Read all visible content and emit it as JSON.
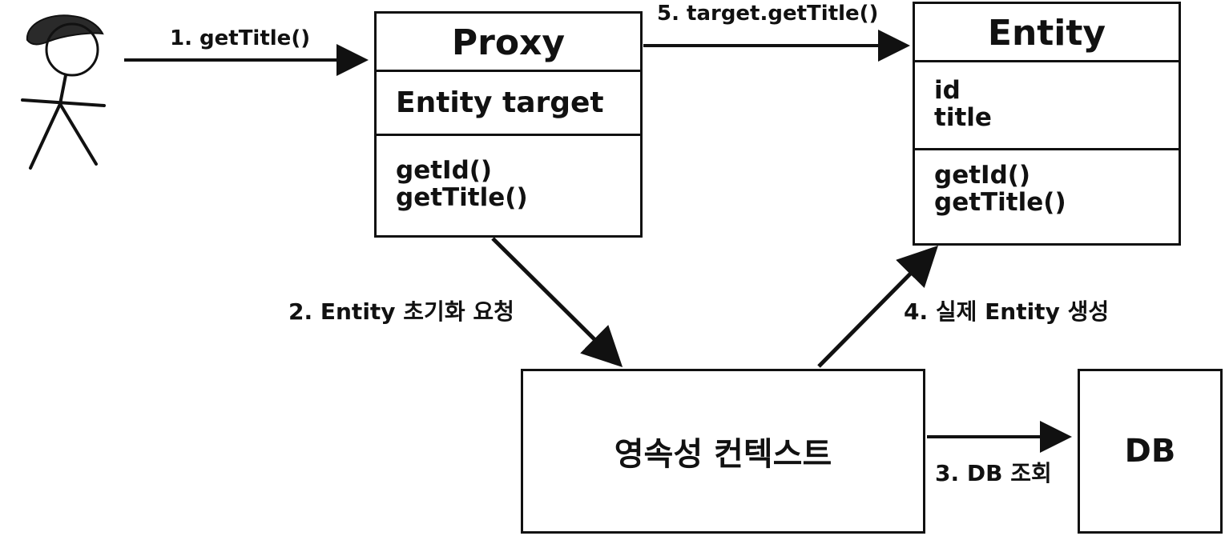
{
  "proxy": {
    "title": "Proxy",
    "field": "Entity target",
    "methods": [
      "getId()",
      "getTitle()"
    ]
  },
  "entity": {
    "title": "Entity",
    "fields": [
      "id",
      "title"
    ],
    "methods": [
      "getId()",
      "getTitle()"
    ]
  },
  "persistence_context": {
    "label": "영속성 컨텍스트"
  },
  "db": {
    "label": "DB"
  },
  "arrows": {
    "step1": "1. getTitle()",
    "step2": "2. Entity 초기화 요청",
    "step3": "3. DB 조회",
    "step4": "4. 실제 Entity 생성",
    "step5": "5. target.getTitle()"
  },
  "colors": {
    "stroke": "#111111",
    "background": "#ffffff"
  }
}
